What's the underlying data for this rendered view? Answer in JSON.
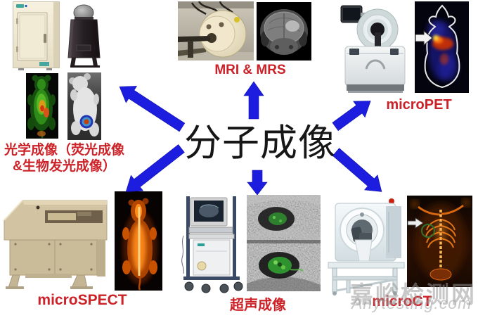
{
  "diagram": {
    "center_title": "分子成像",
    "modalities": {
      "optical": {
        "label_line1": "光学成像（荧光成像",
        "label_line2": "&生物发光成像）"
      },
      "mri": {
        "label": "MRI & MRS"
      },
      "micropet": {
        "label": "microPET"
      },
      "microspect": {
        "label": "microSPECT"
      },
      "ultrasound": {
        "label": "超声成像"
      },
      "microct": {
        "label": "microCT"
      }
    },
    "arrows_from_center_to": [
      "optical",
      "mri",
      "micropet",
      "microspect",
      "ultrasound",
      "microct"
    ]
  },
  "watermark": {
    "line1": "嘉峪检测网",
    "line2": "Anytesting.com"
  },
  "colors": {
    "arrow-blue": "#1d1de0",
    "label-red": "#cb2127",
    "title-black": "#161616",
    "watermark-gray": "rgba(150,150,150,0.52)"
  }
}
